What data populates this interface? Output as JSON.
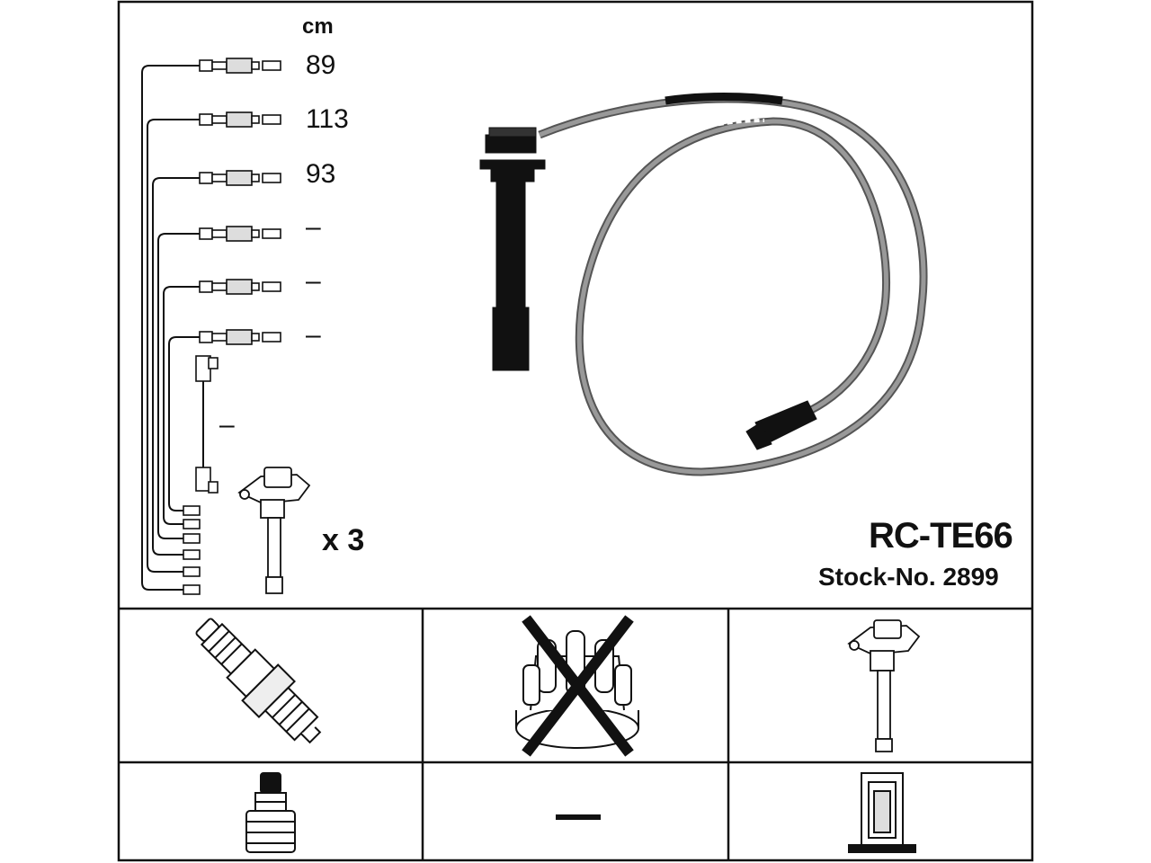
{
  "diagram": {
    "unit_label": "cm",
    "lead_lengths": [
      "89",
      "113",
      "93",
      "–",
      "–",
      "–",
      "–"
    ],
    "coil_multiplier": "x 3",
    "model": "RC-TE66",
    "stock_number": "Stock-No. 2899",
    "compatibility_panels": [
      {
        "name": "spark-plug",
        "icon": "spark-plug-icon"
      },
      {
        "name": "distributor-cap",
        "icon": "distributor-cap-crossed-icon",
        "not_applicable": true
      },
      {
        "name": "ignition-coil",
        "icon": "ignition-coil-icon"
      },
      {
        "name": "plug-terminal",
        "icon": "plug-terminal-icon"
      },
      {
        "name": "none",
        "icon": "dash-icon"
      },
      {
        "name": "coil-connector",
        "icon": "coil-connector-icon"
      }
    ]
  }
}
